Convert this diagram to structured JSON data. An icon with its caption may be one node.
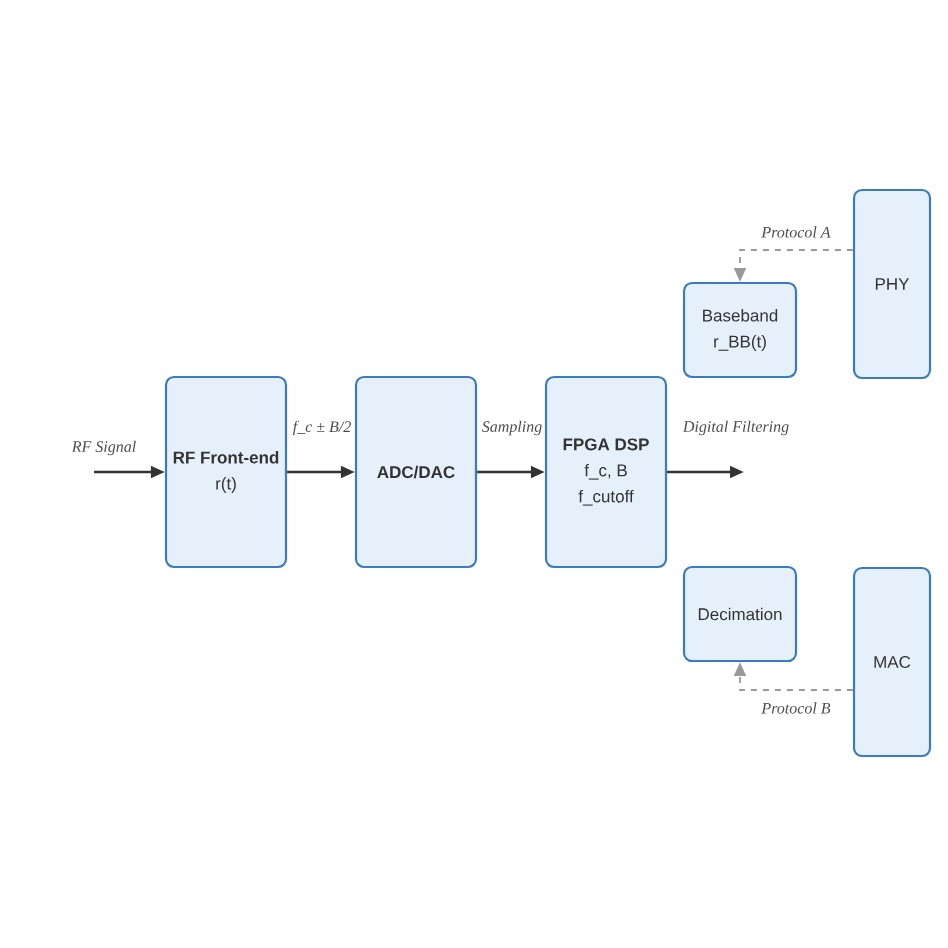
{
  "diagram": {
    "nodes": [
      {
        "text": [
          "RF Front-end",
          "r(t)"
        ]
      },
      {
        "text": [
          "ADC/DAC"
        ]
      },
      {
        "text": [
          "FPGA DSP",
          "f_c, B",
          "f_cutoff"
        ]
      },
      {
        "text": [
          "Baseband",
          "r_BB(t)"
        ]
      },
      {
        "text": [
          "Decimation"
        ]
      },
      {
        "text": [
          "PHY"
        ]
      },
      {
        "text": [
          "MAC"
        ]
      }
    ],
    "edges": [
      {
        "from": null,
        "to": 0,
        "arrow": "to",
        "label": "RF Signal"
      },
      {
        "from": 0,
        "to": 1,
        "arrow": "to",
        "label": "f_c ± B/2"
      },
      {
        "from": 1,
        "to": 2,
        "arrow": "to",
        "label": "Sampling"
      },
      {
        "from": 2,
        "to": null,
        "arrow": "to",
        "label": "Digital Filtering"
      },
      {
        "from": 5,
        "to": 3,
        "arrow": "to",
        "label": "Protocol A",
        "style": "dashed",
        "color": "#999999"
      },
      {
        "from": 6,
        "to": 4,
        "arrow": "to",
        "label": "Protocol B",
        "style": "dashed",
        "color": "#999999"
      }
    ]
  }
}
